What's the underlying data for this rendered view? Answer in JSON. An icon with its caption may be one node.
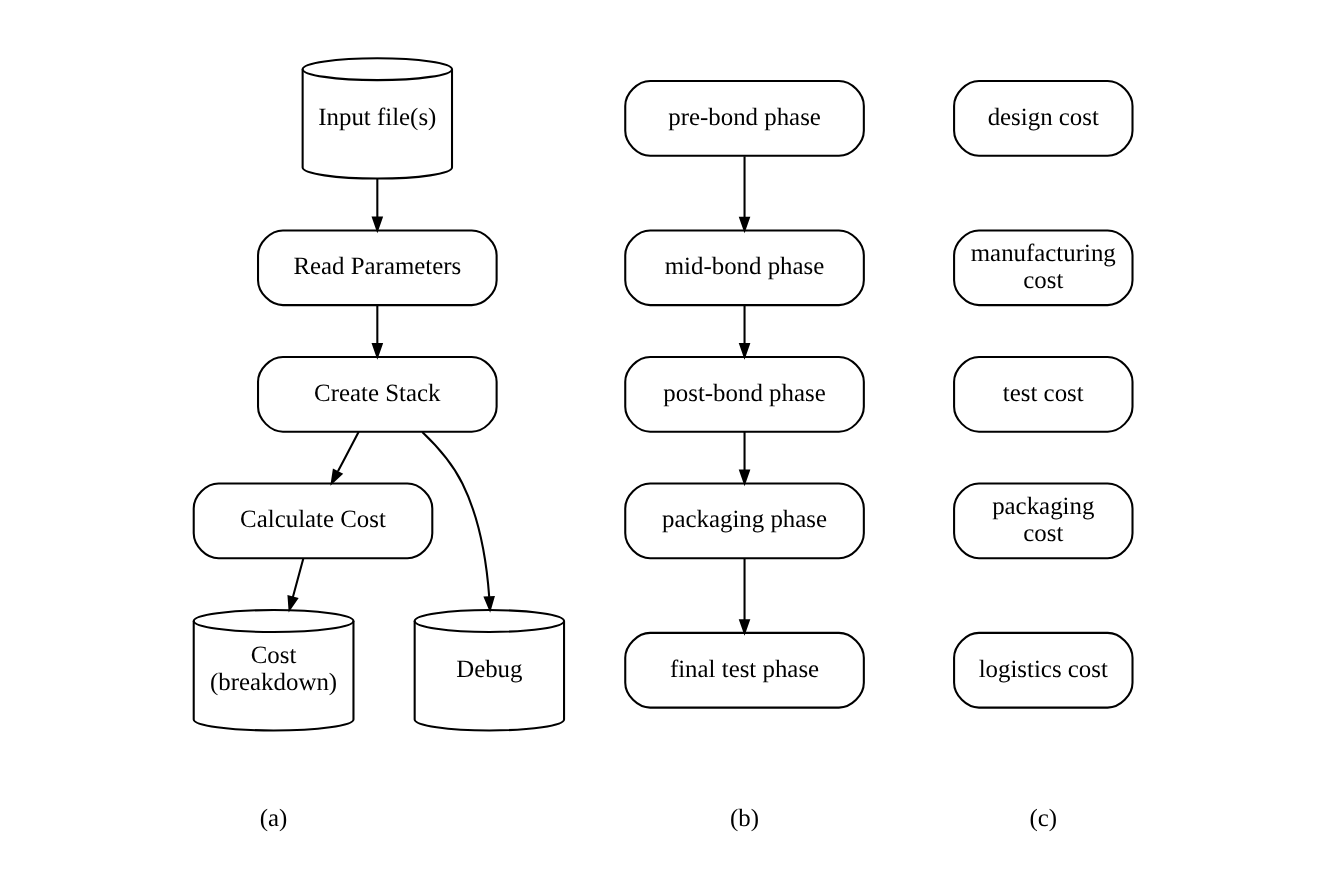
{
  "diagram": {
    "nodes": [
      {
        "text": [
          "Input file(s)"
        ]
      },
      {
        "text": [
          "Read Parameters"
        ]
      },
      {
        "text": [
          "Create Stack"
        ]
      },
      {
        "text": [
          "Calculate Cost"
        ]
      },
      {
        "text": [
          "Debug"
        ]
      },
      {
        "text": [
          "Cost (breakdown)"
        ]
      },
      {
        "text": [
          "pre-bond phase"
        ]
      },
      {
        "text": [
          "mid-bond phase"
        ]
      },
      {
        "text": [
          "post-bond phase"
        ]
      },
      {
        "text": [
          "packaging phase"
        ]
      },
      {
        "text": [
          "final test phase"
        ]
      },
      {
        "text": [
          "design cost"
        ]
      },
      {
        "text": [
          "manufacturing cost"
        ]
      },
      {
        "text": [
          "test cost"
        ]
      },
      {
        "text": [
          "packaging cost"
        ]
      },
      {
        "text": [
          "logistics cost"
        ]
      }
    ],
    "edges": [
      {
        "from": 0,
        "to": 1,
        "arrow": "to"
      },
      {
        "from": 1,
        "to": 2,
        "arrow": "to"
      },
      {
        "from": 2,
        "to": 3,
        "arrow": "to"
      },
      {
        "from": 2,
        "to": 4,
        "arrow": "to"
      },
      {
        "from": 3,
        "to": 5,
        "arrow": "to"
      },
      {
        "from": 6,
        "to": 7,
        "arrow": "to"
      },
      {
        "from": 7,
        "to": 8,
        "arrow": "to"
      },
      {
        "from": 8,
        "to": 9,
        "arrow": "to"
      },
      {
        "from": 9,
        "to": 10,
        "arrow": "to"
      }
    ],
    "labels": [
      "(a)",
      "(b)",
      "(c)"
    ]
  }
}
